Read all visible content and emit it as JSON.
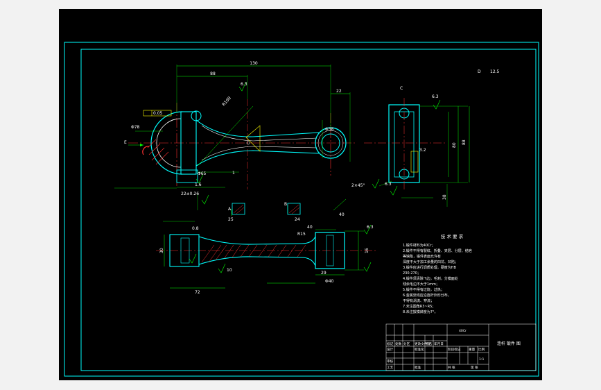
{
  "dims": {
    "d130": "130",
    "d88": "88",
    "d22": "22",
    "r100": "R100",
    "phi78": "Φ78",
    "phi38": "Φ38",
    "d40": "40",
    "d80": "80",
    "d88b": "88",
    "d38": "38",
    "d25": "25",
    "d24": "24",
    "d40b": "40",
    "d29": "29",
    "d40c": "Φ40",
    "r15": "R15",
    "d72": "72",
    "d30": "30",
    "d16": "16",
    "d10": "10",
    "d6p3": "6.3",
    "d6p3b": "6.3",
    "d6p3c": "6.3",
    "d6p3d": "6.3",
    "d3p2": "3.2",
    "d12p5": "12.5",
    "d1p6": "1.6",
    "d0p8": "0.8",
    "tol1": "0.05",
    "d65": "Φ65",
    "d22b": "22±0.26",
    "d2x45": "2×45°",
    "d1": "1",
    "dA": "A",
    "dB": "B",
    "dC": "C",
    "dE": "E",
    "dD": "D"
  },
  "notes": {
    "title": "技 术 要 求",
    "lines": [
      "1.锻件材料为40Cr；",
      "2.锻件不得有裂纹、折叠、夹层、分层、结疤",
      "等缺陷，锻件表面允许有",
      "深度不大于加工余量的凹坑、凹陷；",
      "3.锻件应进行调质处理，硬度为HB",
      "230-270；",
      "4.锻件须清除飞边，毛刺，分模面处",
      "残余毛边不大于1mm；",
      "5.锻件不得有过烧，过热；",
      "6.金属流线应沿连杆外形分布，",
      "不得有涡流、穿流；",
      "7.未注圆角R3~R5；",
      "8.未注拔模斜度为7°。"
    ]
  },
  "title_block": {
    "material": "40Cr",
    "name": "连杆 锻件 图",
    "labels": [
      "标记",
      "处数",
      "分区",
      "更改文件号",
      "签名",
      "年月日",
      "设计",
      "标准化",
      "审核",
      "工艺",
      "批准",
      "阶段标记",
      "重量",
      "比例",
      "共 张",
      "第 张"
    ],
    "scale": "1:1"
  }
}
